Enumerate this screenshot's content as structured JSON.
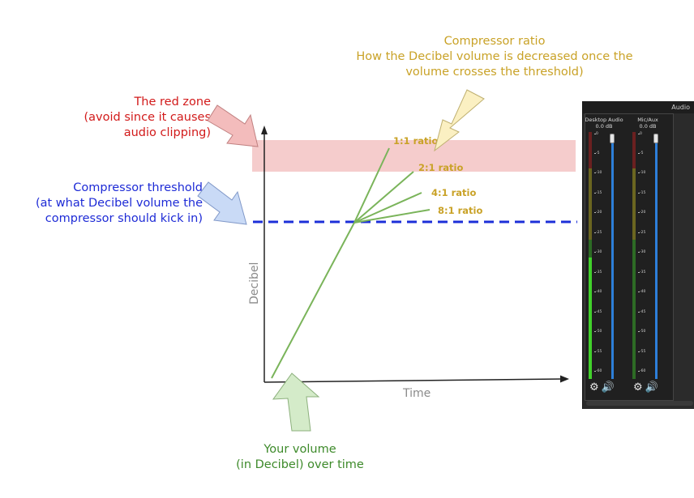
{
  "annotations": {
    "compressor_ratio": {
      "line1": "Compressor ratio",
      "line2": "How the Decibel volume is decreased once the",
      "line3": "volume crosses the threshold)",
      "color": "#c9a227"
    },
    "red_zone": {
      "line1": "The red zone",
      "line2": "(avoid since it causes",
      "line3": "audio clipping)",
      "color": "#d21a1a"
    },
    "threshold": {
      "line1": "Compressor threshold",
      "line2": "(at what Decibel volume the",
      "line3": "compressor should kick in)",
      "color": "#1e2bd6"
    },
    "volume": {
      "line1": "Your volume",
      "line2": "(in Decibel) over time",
      "color": "#3d8a2a"
    }
  },
  "axes": {
    "ylabel": "Decibel",
    "xlabel": "Time"
  },
  "ratios": [
    {
      "label": "1:1 ratio"
    },
    {
      "label": "2:1 ratio"
    },
    {
      "label": "4:1 ratio"
    },
    {
      "label": "8:1 ratio"
    }
  ],
  "colors": {
    "red_zone_fill": "#f5cccc",
    "threshold_line": "#1c2fd8",
    "curve": "#7ab45a",
    "ratio_text": "#c9a227",
    "axis": "#222222",
    "axis_text": "#8a8a8a",
    "arrow_yellow": "#fbf0c2",
    "arrow_red": "#f3bcbc",
    "arrow_blue": "#c9daf6",
    "arrow_green": "#d4ebc9"
  },
  "mixer": {
    "title": "Audio",
    "channels": [
      {
        "name": "Desktop Audio",
        "db": "0.0 dB"
      },
      {
        "name": "Mic/Aux",
        "db": "0.0 dB"
      }
    ],
    "ticks": [
      "0",
      "-5",
      "-10",
      "-15",
      "-20",
      "-25",
      "-30",
      "-35",
      "-40",
      "-45",
      "-50",
      "-55",
      "-60"
    ],
    "icons": [
      "gear-icon",
      "speaker-icon"
    ]
  }
}
